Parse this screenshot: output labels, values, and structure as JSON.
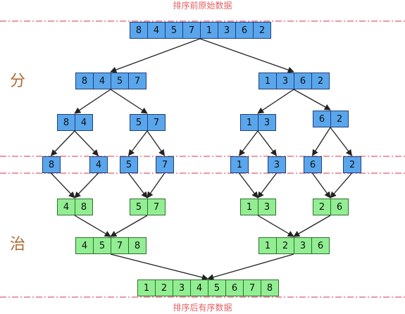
{
  "captions": {
    "top": "排序前原始数据",
    "bottom": "排序后有序数据"
  },
  "phases": {
    "divide": "分",
    "conquer": "治"
  },
  "colors": {
    "split": "#5aa6ec",
    "merged": "#92ee92",
    "guide": "#d9364a",
    "caption": "#e06262",
    "phase": "#b06a32"
  },
  "nodes": {
    "root": {
      "values": [
        8,
        4,
        5,
        7,
        1,
        3,
        6,
        2
      ]
    },
    "l": {
      "values": [
        8,
        4,
        5,
        7
      ]
    },
    "r": {
      "values": [
        1,
        3,
        6,
        2
      ]
    },
    "ll": {
      "values": [
        8,
        4
      ]
    },
    "lr": {
      "values": [
        5,
        7
      ]
    },
    "rl": {
      "values": [
        1,
        3
      ]
    },
    "rr": {
      "values": [
        6,
        2
      ]
    },
    "s8": {
      "values": [
        8
      ]
    },
    "s4": {
      "values": [
        4
      ]
    },
    "s5": {
      "values": [
        5
      ]
    },
    "s7": {
      "values": [
        7
      ]
    },
    "s1": {
      "values": [
        1
      ]
    },
    "s3": {
      "values": [
        3
      ]
    },
    "s6": {
      "values": [
        6
      ]
    },
    "s2": {
      "values": [
        2
      ]
    },
    "m48": {
      "values": [
        4,
        8
      ]
    },
    "m57": {
      "values": [
        5,
        7
      ]
    },
    "m13": {
      "values": [
        1,
        3
      ]
    },
    "m26": {
      "values": [
        2,
        6
      ]
    },
    "m4578": {
      "values": [
        4,
        5,
        7,
        8
      ]
    },
    "m1236": {
      "values": [
        1,
        2,
        3,
        6
      ]
    },
    "sorted": {
      "values": [
        1,
        2,
        3,
        4,
        5,
        6,
        7,
        8
      ]
    }
  }
}
